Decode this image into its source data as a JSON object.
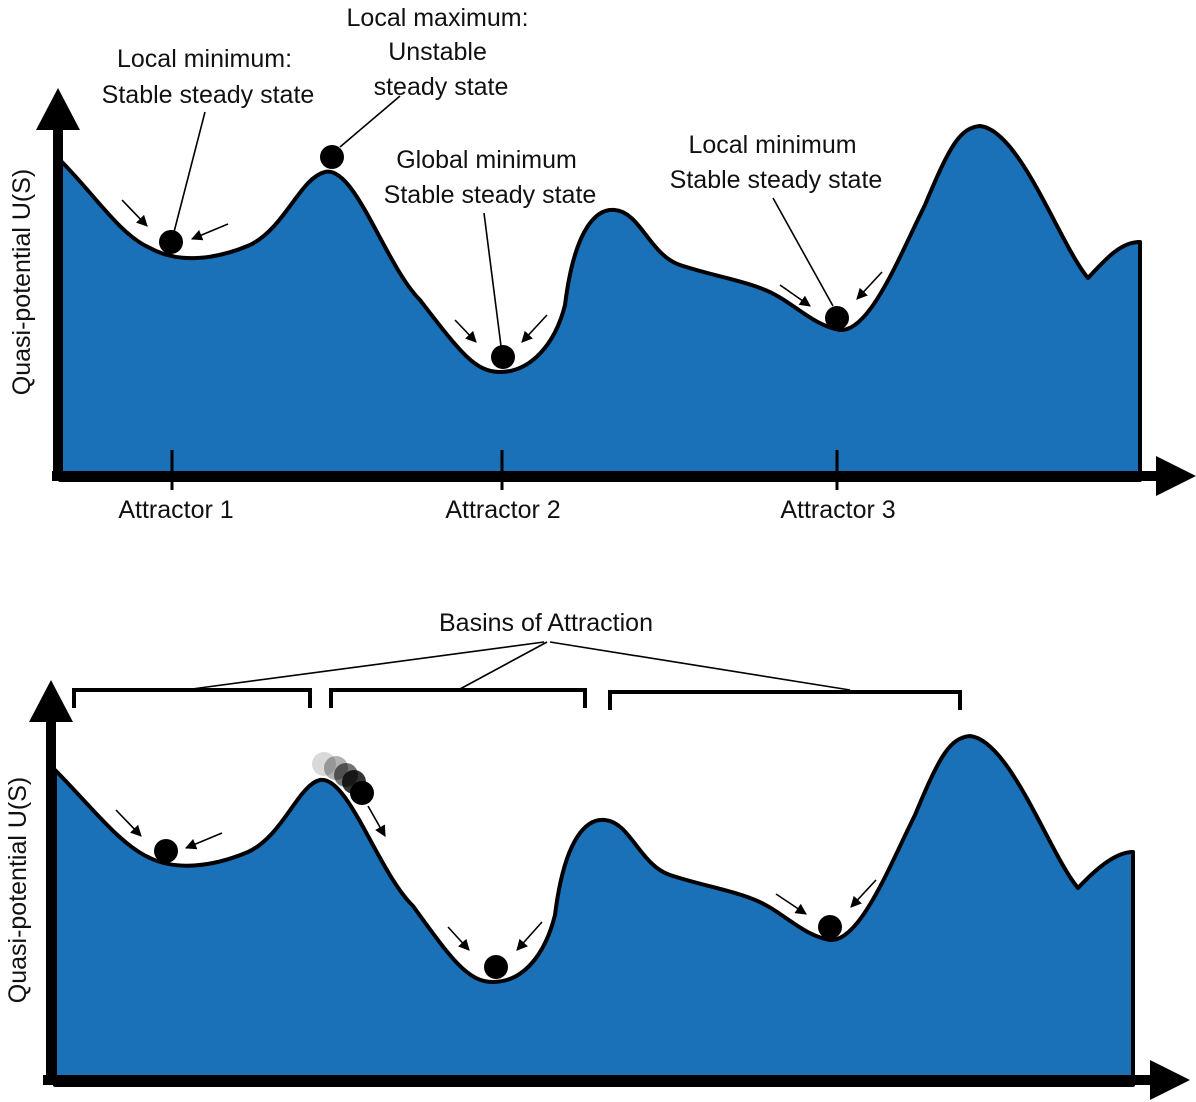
{
  "top_panel": {
    "y_axis_label": "Quasi-potential U(S)",
    "annotations": {
      "local_min_left": [
        "Local minimum:",
        "Stable steady state"
      ],
      "local_max": [
        "Local maximum:",
        "Unstable",
        "steady state"
      ],
      "global_min": [
        "Global minimum",
        "Stable steady state"
      ],
      "local_min_right": [
        "Local minimum",
        "Stable steady state"
      ]
    },
    "attractors": [
      "Attractor 1",
      "Attractor 2",
      "Attractor 3"
    ]
  },
  "bottom_panel": {
    "y_axis_label": "Quasi-potential U(S)",
    "basins_label": "Basins of Attraction"
  },
  "colors": {
    "landscape_fill": "#1a71b8",
    "outline": "#000000"
  }
}
